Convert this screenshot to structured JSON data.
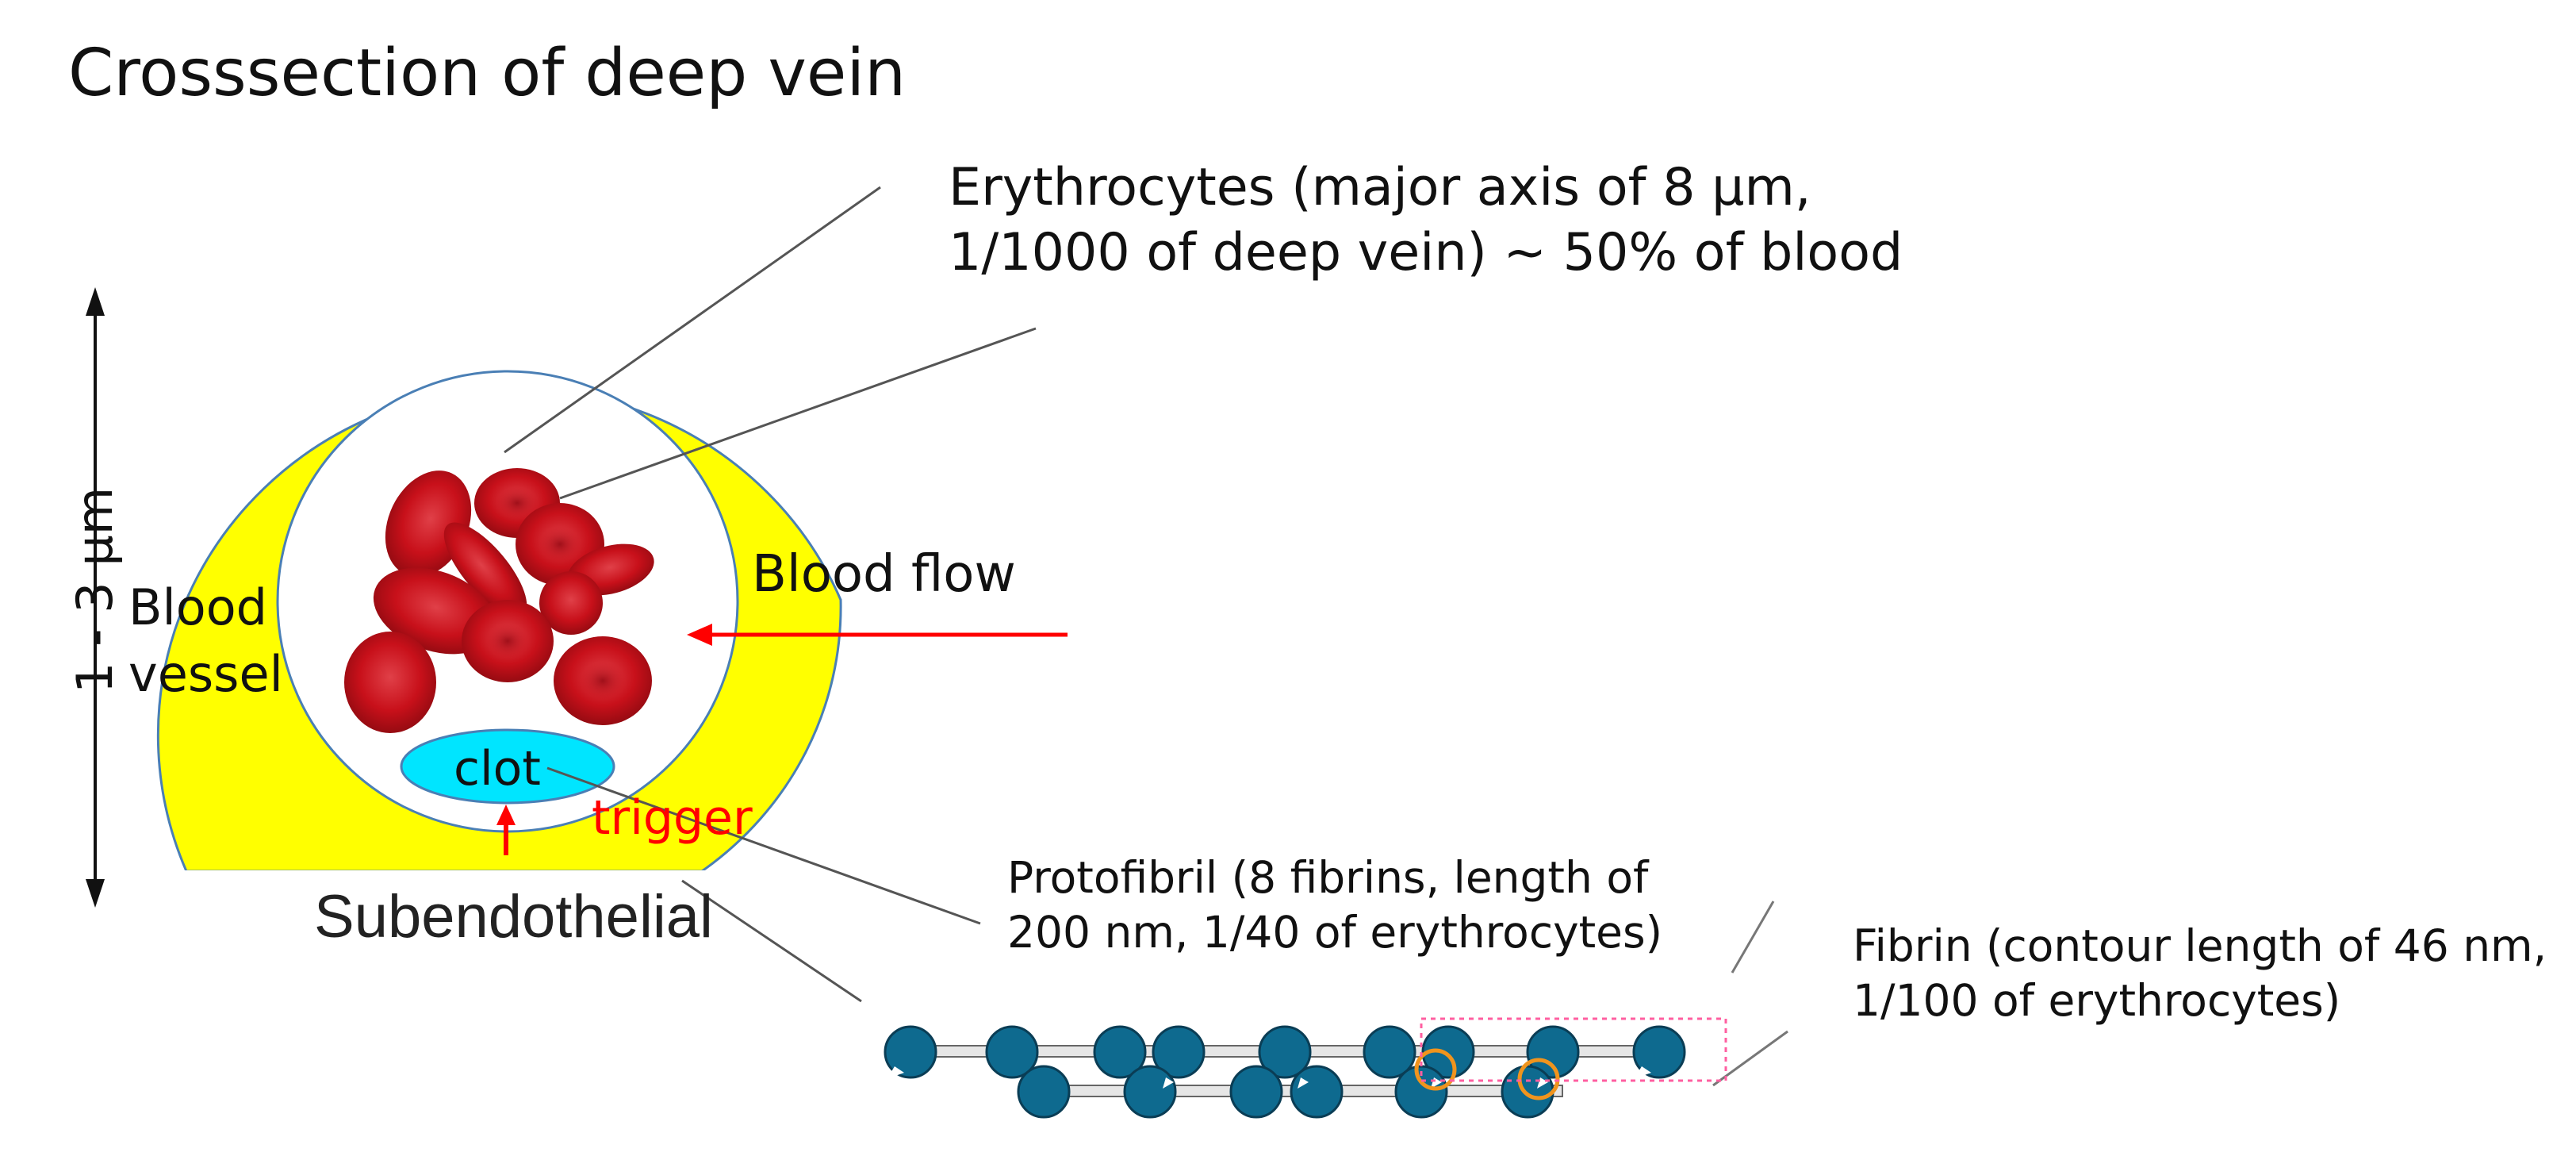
{
  "title": "Crosssection of deep vein",
  "erythrocytes": {
    "line1": "Erythrocytes (major axis of 8 μm,",
    "line2": "1/1000 of deep vein)  ~ 50% of blood"
  },
  "vessel": {
    "label_line1": "Blood",
    "label_line2": "vessel",
    "dimension": "1 - 3 μm",
    "wall_color": "#ffff00",
    "border_color": "#4a7fb5"
  },
  "flow": {
    "label": "Blood flow",
    "arrow_color": "#ff0000"
  },
  "clot": {
    "label": "clot",
    "color": "#00e5ff",
    "trigger": "trigger"
  },
  "base_label": "Subendothelial",
  "protofibril": {
    "line1": "Protofibril (8 fibrins, length of",
    "line2": "200 nm, 1/40 of erythrocytes)"
  },
  "fibrin": {
    "line1": "Fibrin (contour length of 46 nm,",
    "line2": "1/100 of erythrocytes)",
    "bead_color": "#0e6a8f",
    "highlight_color": "#f0941d",
    "box_color": "#ff5fa0"
  },
  "erythrocyte_color": "#c8101a"
}
